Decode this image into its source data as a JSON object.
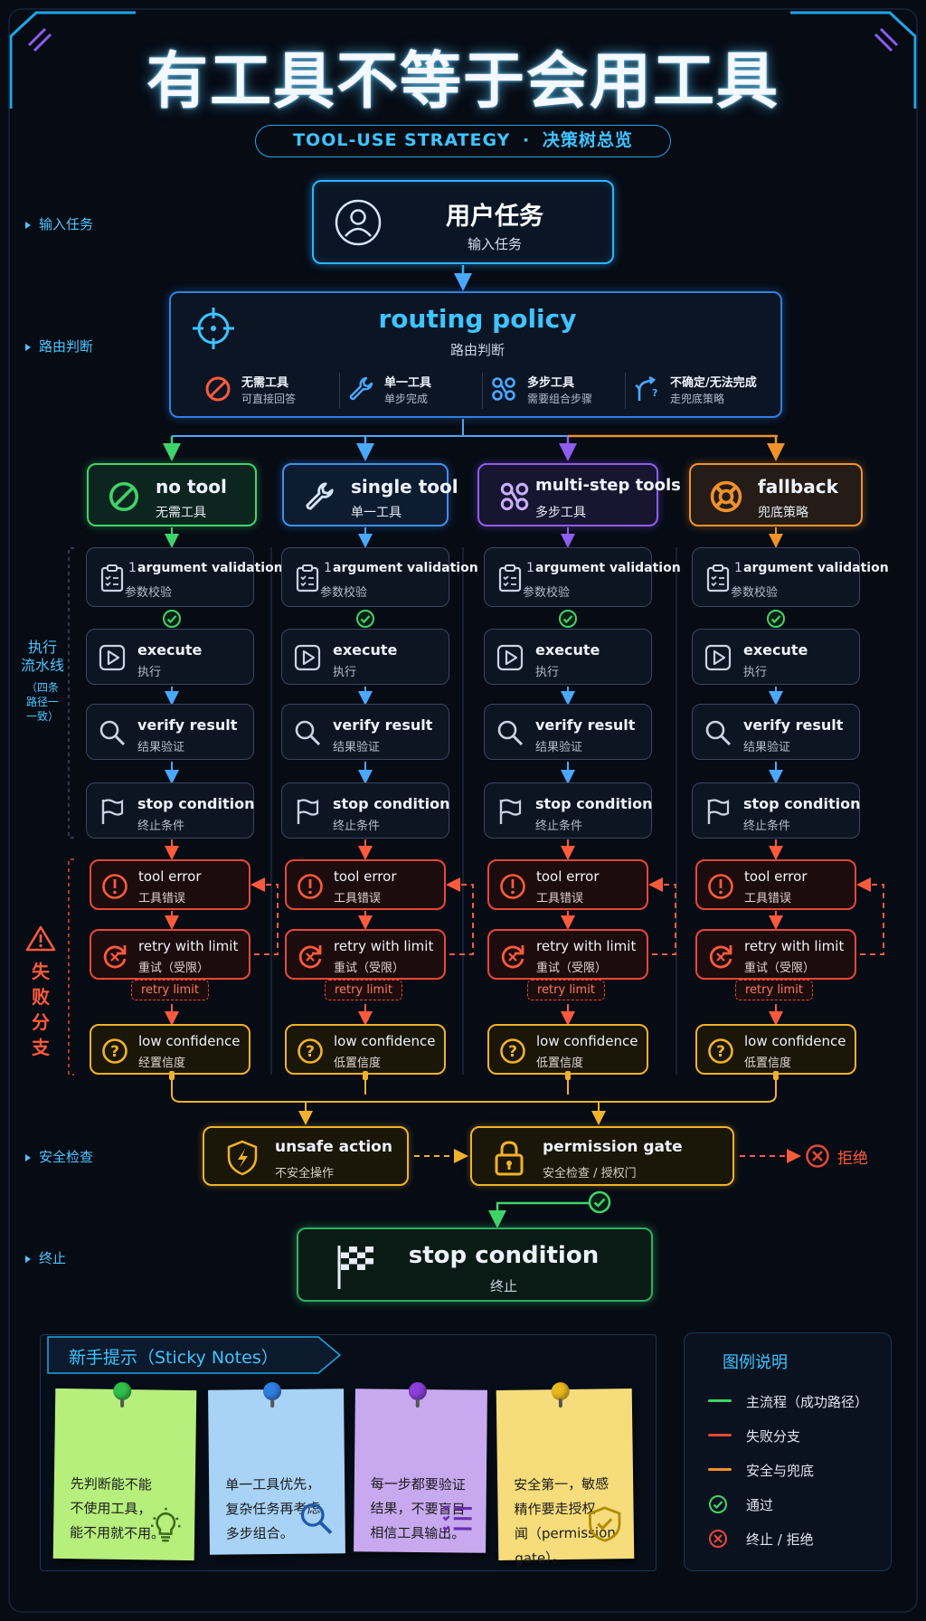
{
  "title": "有工具不等于会用工具",
  "subtitle": {
    "en": "TOOL-USE STRATEGY",
    "sep": "·",
    "zh": "决策树总览"
  },
  "side_labels": {
    "input": "输入任务",
    "routing": "路由判断",
    "pipeline": "执行\n流水线",
    "pipeline_note": "（四条\n路径一\n一致）",
    "failure": "失\n败\n分\n支",
    "safety": "安全检查",
    "end": "终止"
  },
  "user_task": {
    "title": "用户任务",
    "sub": "输入任务",
    "icon": "user-icon"
  },
  "routing": {
    "title": "routing policy",
    "sub": "路由判断",
    "icon": "crosshair-icon",
    "options": [
      {
        "title": "无需工具",
        "sub": "可直接回答",
        "icon": "no-entry-icon"
      },
      {
        "title": "单一工具",
        "sub": "单步完成",
        "icon": "wrench-icon"
      },
      {
        "title": "多步工具",
        "sub": "需要组合步骤",
        "icon": "chain-icon"
      },
      {
        "title": "不确定/无法完成",
        "sub": "走兜底策略",
        "icon": "fork-icon"
      }
    ]
  },
  "branches": [
    {
      "title": "no tool",
      "sub": "无需工具",
      "icon": "no-entry-icon",
      "color": "#3fd46a"
    },
    {
      "title": "single tool",
      "sub": "单一工具",
      "icon": "wrench-icon",
      "color": "#3d8ff0"
    },
    {
      "title": "multi-step tools",
      "sub": "多步工具",
      "icon": "chain-icon",
      "color": "#8d5cf0"
    },
    {
      "title": "fallback",
      "sub": "兜底策略",
      "icon": "lifebuoy-icon",
      "color": "#f0922a"
    }
  ],
  "steps": [
    {
      "title": "argument validation",
      "sub": "参数校验",
      "num": "1",
      "icon": "clipboard-icon"
    },
    {
      "title": "execute",
      "sub": "执行",
      "icon": "play-icon"
    },
    {
      "title": "verify result",
      "sub": "结果验证",
      "icon": "magnifier-icon"
    },
    {
      "title": "stop condition",
      "sub": "终止条件",
      "icon": "flag-icon"
    }
  ],
  "failures": [
    {
      "title": "tool error",
      "sub": "工具错误",
      "icon": "alert-circle-icon"
    },
    {
      "title": "retry with limit",
      "sub": "重试（受限）",
      "icon": "retry-icon"
    },
    {
      "title": "low confidence",
      "sub": "低置信度",
      "icon": "question-icon"
    }
  ],
  "failures_first_low_sub": "经置信度",
  "retry_tag": "retry limit",
  "unsafe": {
    "title": "unsafe action",
    "sub": "不安全操作",
    "icon": "shield-icon"
  },
  "permission": {
    "title": "permission gate",
    "sub": "安全检查 / 授权门",
    "icon": "lock-icon"
  },
  "reject": {
    "label": "拒绝",
    "icon": "reject-icon"
  },
  "final_stop": {
    "title": "stop condition",
    "sub": "终止",
    "icon": "checkered-flag-icon"
  },
  "tips": {
    "header": "新手提示（Sticky Notes）",
    "notes": [
      {
        "text": "先判断能不能\n不使用工具，\n能不用就不用。",
        "bg": "#b6ef7c",
        "pin": "#2fbf4a",
        "icon": "lightbulb-icon"
      },
      {
        "text": "单一工具优先，\n复杂任务再考虑\n多步组合。",
        "bg": "#a8d2f6",
        "pin": "#2f7fe0",
        "icon": "magnifier-icon"
      },
      {
        "text": "每一步都要验证\n结果，不要盲目\n相信工具输出。",
        "bg": "#c8a9ef",
        "pin": "#8a3fd6",
        "icon": "checklist-icon"
      },
      {
        "text": "安全第一，敏感\n精作要走授权\n闻（permission\ngate）。",
        "bg": "#f6dc7a",
        "pin": "#e8b820",
        "icon": "shield-check-icon"
      }
    ]
  },
  "legend": {
    "title": "图例说明",
    "items": [
      {
        "label": "主流程（成功路径）",
        "color": "#3fd46a",
        "kind": "line"
      },
      {
        "label": "失败分支",
        "color": "#e84838",
        "kind": "line"
      },
      {
        "label": "安全与兜底",
        "color": "#f0922a",
        "kind": "line"
      },
      {
        "label": "通过",
        "color": "#3fd46a",
        "kind": "check"
      },
      {
        "label": "终止 / 拒绝",
        "color": "#e84838",
        "kind": "cross"
      }
    ]
  },
  "colors": {
    "accent": "#2fb4ff",
    "success": "#3fd46a",
    "danger": "#e84838",
    "warn": "#f0b22a"
  }
}
